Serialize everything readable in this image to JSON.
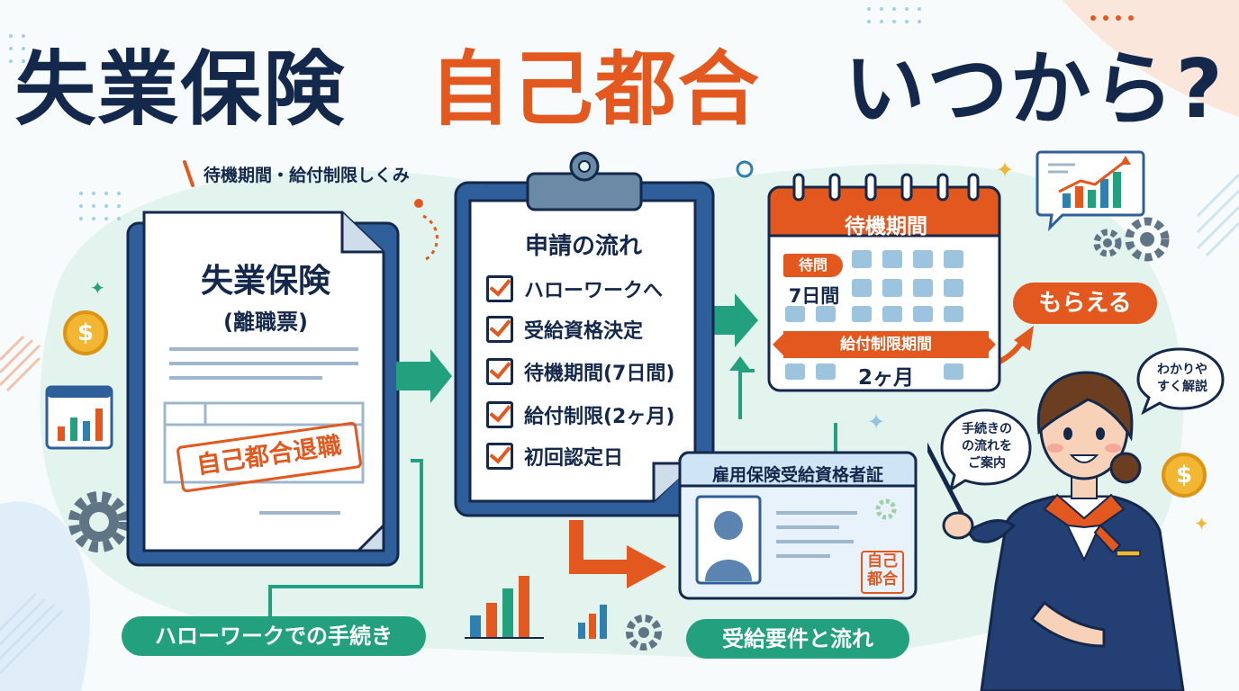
{
  "title": {
    "part1": "失業保険",
    "part2": "自己都合",
    "part3": "いつから?"
  },
  "subtitle": "待機期間・給付制限しくみ",
  "document": {
    "title": "失業保険",
    "subtitle": "(離職票)",
    "stamp": "自己都合退職"
  },
  "clipboard": {
    "title": "申請の流れ",
    "steps": [
      "ハローワークへ",
      "受給資格決定",
      "待機期間(7日間)",
      "給付制限(2ヶ月)",
      "初回認定日"
    ]
  },
  "calendar": {
    "title": "待機期間",
    "wait_badge": "待問",
    "wait_days": "7日間",
    "limit_label": "給付制限期間",
    "limit_duration": "2ヶ月"
  },
  "receive_label": "もらえる",
  "card": {
    "title": "雇用保険受給資格者証",
    "stamp_line1": "自己",
    "stamp_line2": "都合"
  },
  "labels": {
    "left": "ハローワークでの手続き",
    "center": "受給要件と流れ"
  },
  "bubbles": {
    "top_line1": "わかりや",
    "top_line2": "すく解説",
    "left_line1": "手続きの",
    "left_line2": "の流れを",
    "left_line3": "ご案内"
  },
  "icons": {
    "coin_symbol": "$",
    "sparkle": "✦"
  },
  "colors": {
    "navy": "#14284b",
    "orange": "#e2581e",
    "teal": "#23a07d",
    "blue": "#2f5f9a"
  }
}
